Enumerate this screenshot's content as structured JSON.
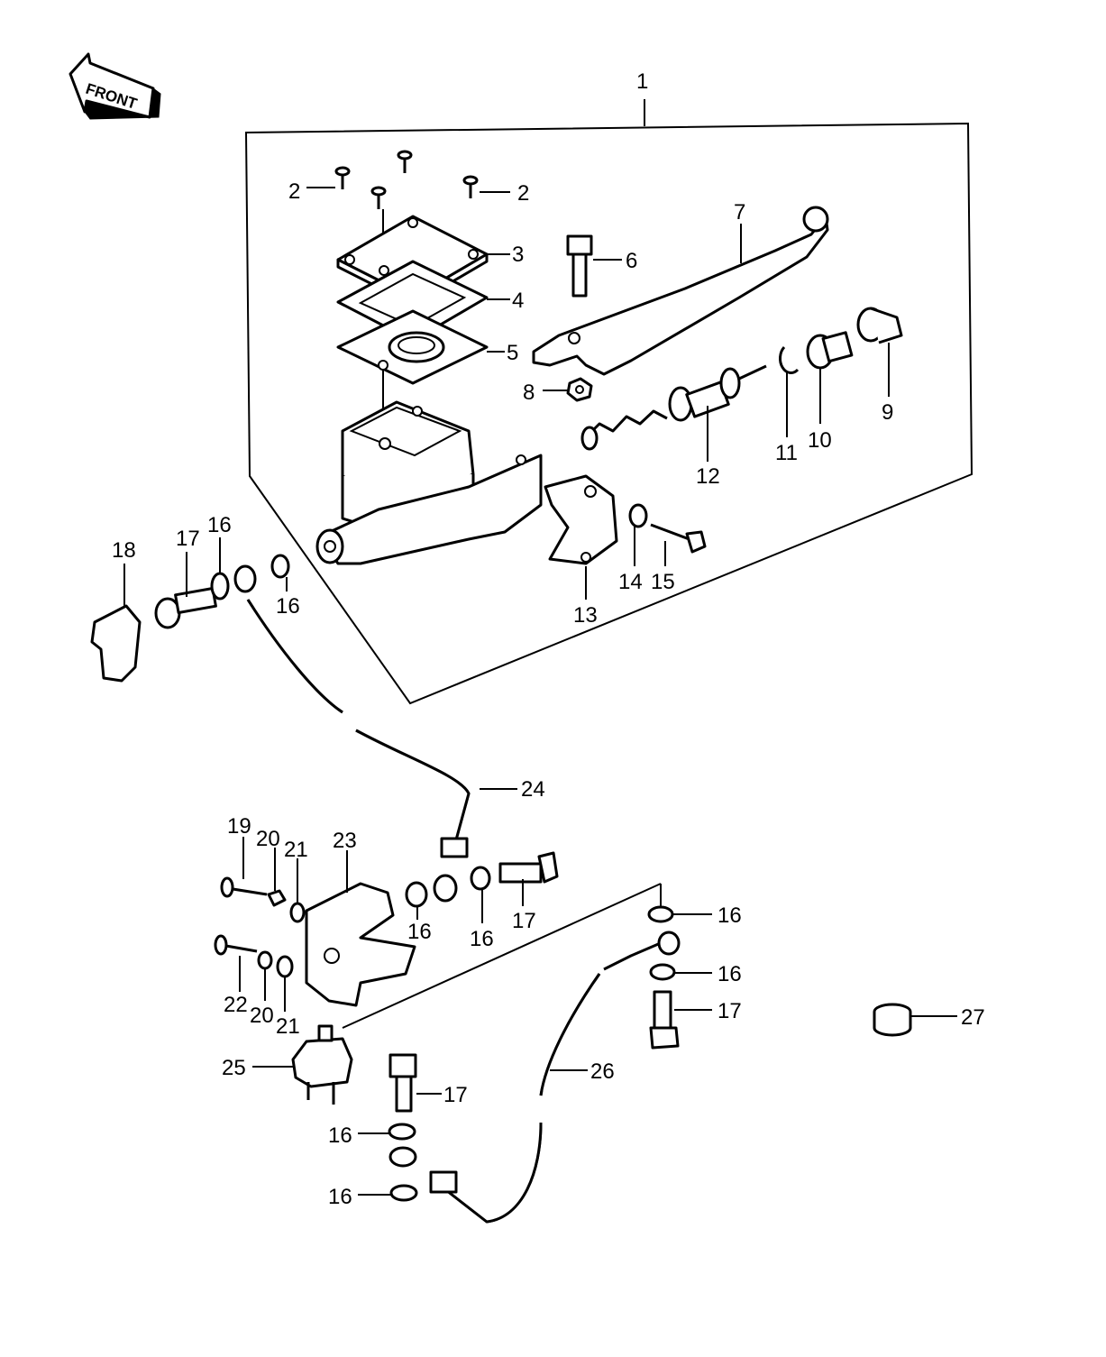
{
  "front_arrow": {
    "label": "FRONT"
  },
  "callouts": {
    "c1": "1",
    "c2a": "2",
    "c2b": "2",
    "c3": "3",
    "c4": "4",
    "c5": "5",
    "c6": "6",
    "c7": "7",
    "c8": "8",
    "c9": "9",
    "c10": "10",
    "c11": "11",
    "c12": "12",
    "c13": "13",
    "c14": "14",
    "c15": "15",
    "c16a": "16",
    "c16b": "16",
    "c16c": "16",
    "c16d": "16",
    "c16e": "16",
    "c16f": "16",
    "c16g": "16",
    "c16h": "16",
    "c17a": "17",
    "c17b": "17",
    "c17c": "17",
    "c17d": "17",
    "c18": "18",
    "c19": "19",
    "c20a": "20",
    "c20b": "20",
    "c21a": "21",
    "c21b": "21",
    "c22": "22",
    "c23": "23",
    "c24": "24",
    "c25": "25",
    "c26": "26",
    "c27": "27"
  }
}
